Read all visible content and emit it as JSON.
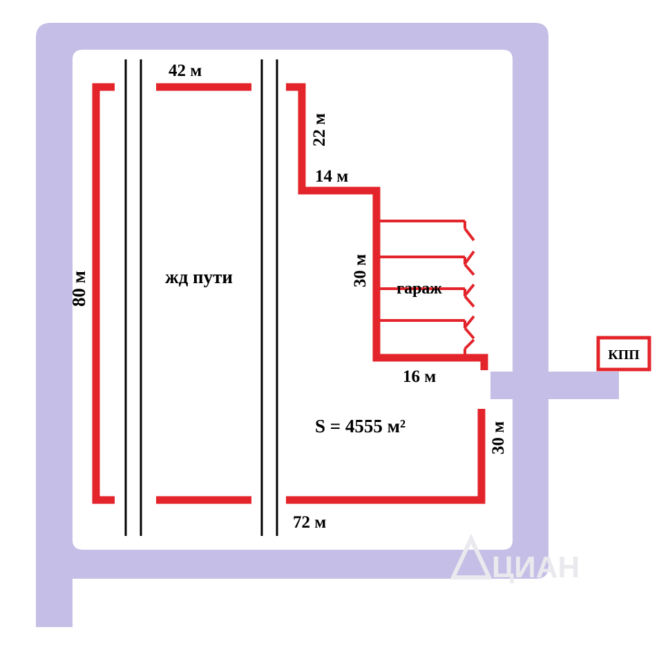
{
  "labels": {
    "top_wall": "42 м",
    "left_wall": "80 м",
    "step_vertical": "22 м",
    "step_horizontal": "14 м",
    "garage_height": "30 м",
    "garage_width": "16 м",
    "right_wall": "30 м",
    "bottom_wall": "72 м",
    "railway": "жд пути",
    "garage": "гараж",
    "area": "S = 4555 м²",
    "checkpoint": "КПП"
  },
  "watermark": "ЦИАН",
  "colors": {
    "road": "#c5bee6",
    "wall": "#e3242b",
    "rail": "#000000",
    "text": "#000000"
  }
}
